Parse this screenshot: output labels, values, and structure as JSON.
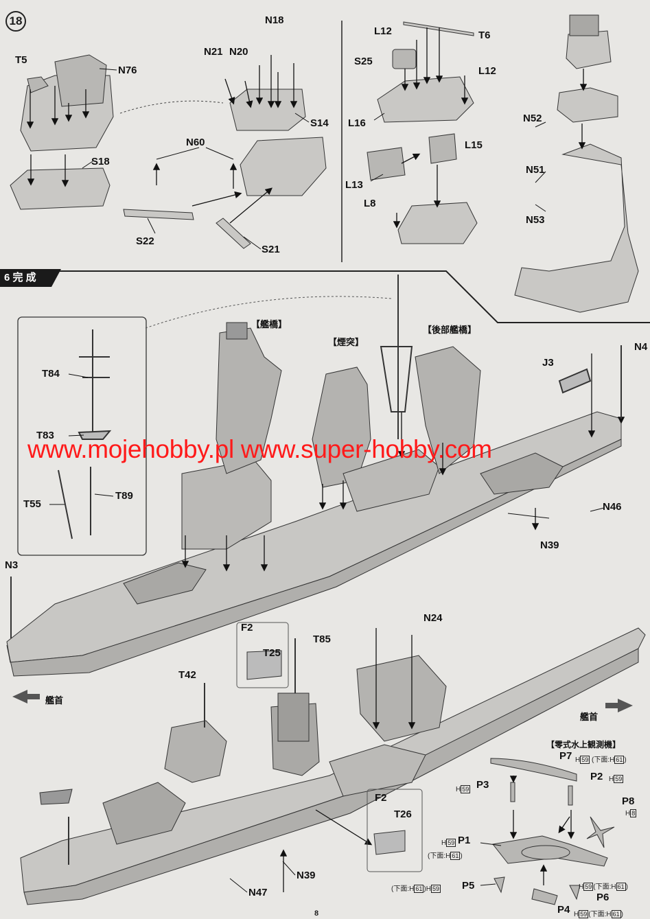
{
  "step": {
    "number": "18"
  },
  "completion": {
    "header": "6 完 成"
  },
  "page": {
    "number": "8"
  },
  "watermark": {
    "text": "www.mojehobby.pl www.super-hobby.com"
  },
  "parts": {
    "t5": "T5",
    "n76": "N76",
    "n18": "N18",
    "n21": "N21",
    "n20": "N20",
    "s14": "S14",
    "s18": "S18",
    "n60": "N60",
    "s22": "S22",
    "s21": "S21",
    "l12a": "L12",
    "t6": "T6",
    "l12b": "L12",
    "s25": "S25",
    "l16": "L16",
    "l15": "L15",
    "l13": "L13",
    "l8": "L8",
    "n52": "N52",
    "n51": "N51",
    "n53": "N53",
    "t84": "T84",
    "t83": "T83",
    "t55": "T55",
    "t89": "T89",
    "j3": "J3",
    "n4": "N4",
    "n46": "N46",
    "n39a": "N39",
    "n3": "N3",
    "f2a": "F2",
    "t25": "T25",
    "t85": "T85",
    "n24": "N24",
    "t42": "T42",
    "f2b": "F2",
    "t26": "T26",
    "n39b": "N39",
    "n47": "N47",
    "p7": "P7",
    "p3": "P3",
    "p2": "P2",
    "p8": "P8",
    "p1": "P1",
    "p5": "P5",
    "p6": "P6",
    "p4": "P4"
  },
  "captions": {
    "bridge": "【艦橋】",
    "funnel": "【煙突】",
    "aft_bridge": "【後部艦橋】",
    "bow_left": "艦首",
    "bow_right": "艦首",
    "seaplane": "【零式水上観測機】"
  },
  "refs": {
    "p7": {
      "a": "H",
      "b": "59",
      "c": "(下面:",
      "d": "H",
      "e": "61",
      "f": ")"
    },
    "p3": {
      "a": "H",
      "b": "59"
    },
    "p2": {
      "a": "H",
      "b": "59"
    },
    "p8": {
      "a": "H",
      "b": "8"
    },
    "p1": {
      "a": "H",
      "b": "59",
      "c": "(下面:",
      "d": "H",
      "e": "61",
      "f": ")"
    },
    "p5": {
      "c": "(下面:",
      "d": "H",
      "e": "61",
      "f": ")",
      "a": "H",
      "b": "59"
    },
    "p6": {
      "a": "H",
      "b": "59",
      "c": "(下面:",
      "d": "H",
      "e": "61",
      "f": ")"
    },
    "p4": {
      "a": "H",
      "b": "59",
      "c": "(下面:",
      "d": "H",
      "e": "61",
      "f": ")"
    }
  }
}
